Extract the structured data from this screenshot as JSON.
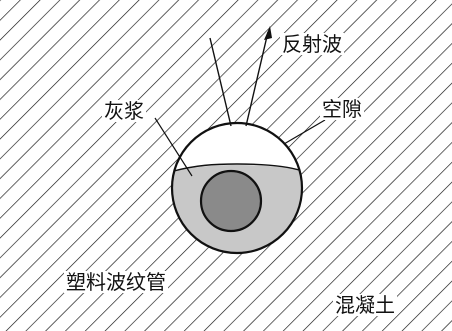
{
  "labels": {
    "reflected_wave": "反射波",
    "grout": "灰浆",
    "void": "空隙",
    "corrugated_pipe": "塑料波纹管",
    "concrete": "混凝土"
  },
  "colors": {
    "hatch": "#111111",
    "background": "#ffffff",
    "grout_fill": "#c8c8c8",
    "strand_fill": "#8a8a8a",
    "void_fill": "#ffffff",
    "outline": "#111111"
  }
}
